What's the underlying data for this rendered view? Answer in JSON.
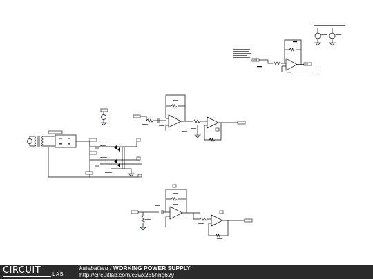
{
  "footer": {
    "logo_word": "CIRCUIT",
    "logo_sub": "LAB",
    "author": "kateballard",
    "separator": "/",
    "title": "WORKING POWER SUPPLY",
    "url": "http://circuitlab.com/c3wx265hng62y"
  },
  "net_tags": [
    "WIRE",
    "OUT"
  ],
  "colors": {
    "footer_bg": "#2b2b2b",
    "wire": "#000000",
    "ground_fill": "#cfe2f3"
  }
}
